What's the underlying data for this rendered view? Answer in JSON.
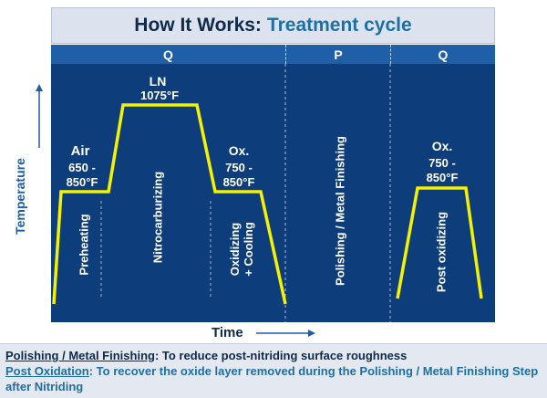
{
  "title": {
    "main": "How It Works:",
    "accent": "Treatment cycle"
  },
  "phases": [
    "Q",
    "P",
    "Q"
  ],
  "axes": {
    "y_label": "Temperature",
    "x_label": "Time"
  },
  "stages": {
    "air": {
      "name": "Air",
      "range_line1": "650 -",
      "range_line2": "850°F"
    },
    "ln": {
      "name": "LN",
      "temp": "1075°F"
    },
    "ox1": {
      "name": "Ox.",
      "range_line1": "750 -",
      "range_line2": "850°F"
    },
    "ox2": {
      "name": "Ox.",
      "range_line1": "750 -",
      "range_line2": "850°F"
    }
  },
  "step_labels": {
    "preheating": "Preheating",
    "nitrocarburizing": "Nitrocarburizing",
    "oxidizing_line1": "Oxidizing",
    "oxidizing_line2": "+ Cooling",
    "polishing": "Polishing / Metal Finishing",
    "post_oxidizing": "Post oxidizing"
  },
  "notes": {
    "polishing_term": "Polishing / Metal Finishing",
    "polishing_text": ": To reduce post-nitriding surface roughness",
    "postox_term": "Post Oxidation",
    "postox_text": ": To recover the oxide layer removed during the Polishing / Metal Finishing Step after Nitriding"
  },
  "colors": {
    "background": "#0d3d7a",
    "phase_bar": "#1f5fa8",
    "curve": "#f5f200",
    "title_accent": "#1d6fa6"
  }
}
